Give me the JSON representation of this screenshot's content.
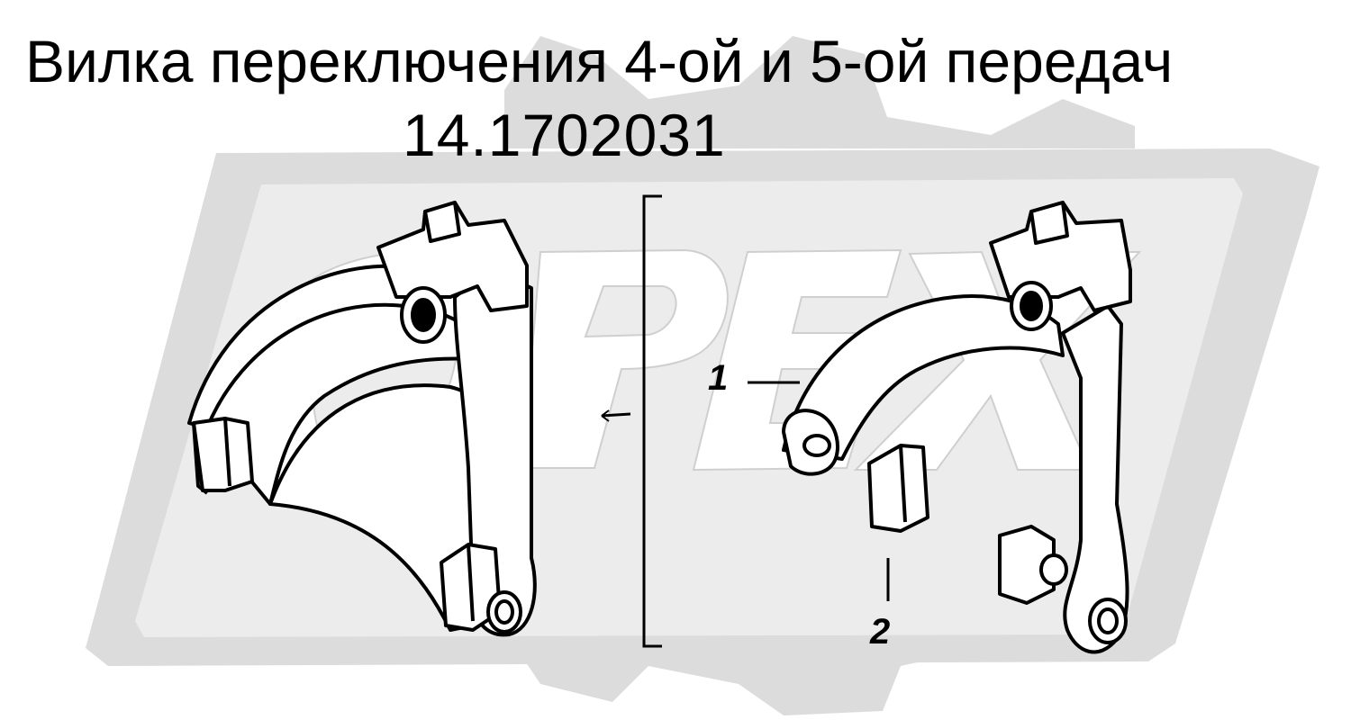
{
  "title": "Вилка переключения 4-ой и 5-ой передач",
  "part_number": "14.1702031",
  "callouts": [
    {
      "id": "1",
      "label": "1"
    },
    {
      "id": "2",
      "label": "2"
    }
  ],
  "watermark": {
    "logo_text": "OPEX",
    "color": "#d9d9d9"
  },
  "colors": {
    "line": "#000000",
    "background": "#ffffff"
  }
}
